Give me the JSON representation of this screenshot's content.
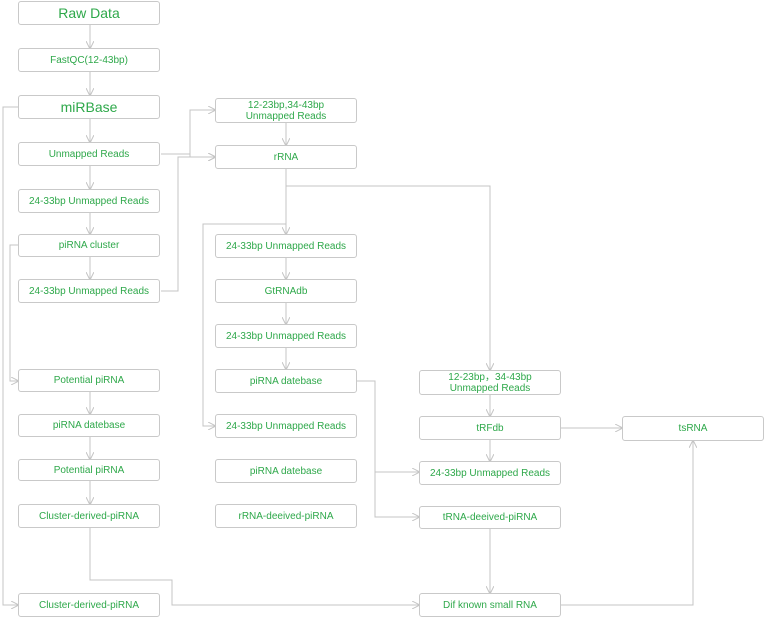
{
  "colors": {
    "text": "#2ea84a",
    "border": "#c9c9c9",
    "edge": "#c4c4c4"
  },
  "nodes": {
    "raw_data": "Raw Data",
    "fastqc": "FastQC(12-43bp)",
    "mirbase": "miRBase",
    "unmapped_reads": "Unmapped Reads",
    "unmapped_24_33_a": "24-33bp Unmapped Reads",
    "pirna_cluster": "piRNA cluster",
    "unmapped_24_33_b": "24-33bp Unmapped Reads",
    "potential_pirna_a": "Potential piRNA",
    "pirna_datebase_a": "piRNA datebase",
    "potential_pirna_b": "Potential piRNA",
    "cluster_derived_a": "Cluster-derived-piRNA",
    "cluster_derived_b": "Cluster-derived-piRNA",
    "unmapped_12_23_a_l1": "12-23bp,34-43bp",
    "unmapped_12_23_a_l2": "Unmapped Reads",
    "rrna": "rRNA",
    "unmapped_24_33_c": "24-33bp Unmapped Reads",
    "gtrnadb": "GtRNAdb",
    "unmapped_24_33_d": "24-33bp Unmapped Reads",
    "pirna_datebase_b": "piRNA datebase",
    "unmapped_24_33_e": "24-33bp Unmapped Reads",
    "pirna_datebase_c": "piRNA datebase",
    "rrna_deeived": "rRNA-deeived-piRNA",
    "unmapped_12_23_b_l1": "12-23bp，34-43bp",
    "unmapped_12_23_b_l2": "Unmapped Reads",
    "trfdb": "tRFdb",
    "unmapped_24_33_f": "24-33bp Unmapped Reads",
    "trna_deeived": "tRNA-deeived-piRNA",
    "dif_known": "Dif known small RNA",
    "tsrna": "tsRNA"
  }
}
